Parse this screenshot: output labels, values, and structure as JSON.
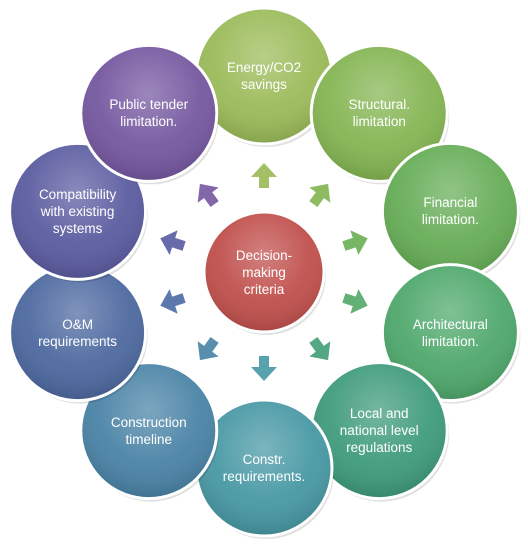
{
  "center": {
    "label": "Decision-\nmaking\ncriteria",
    "color": "#c0504d"
  },
  "nodes": [
    {
      "label": "Energy/CO2\nsavings",
      "color": "#9bbb59"
    },
    {
      "label": "Structural.\nlimitation",
      "color": "#84b552"
    },
    {
      "label": "Financial\nlimitation.",
      "color": "#66ad57"
    },
    {
      "label": "Architectural\nlimitation.",
      "color": "#4fa86c"
    },
    {
      "label": "Local and\nnational level\nregulations",
      "color": "#3f9b7c"
    },
    {
      "label": "Constr.\nrequirements.",
      "color": "#4798a4"
    },
    {
      "label": "Construction\ntimeline",
      "color": "#4a83a6"
    },
    {
      "label": "O&M\nrequirements",
      "color": "#4d69a0"
    },
    {
      "label": "Compatibility\nwith existing\nsystems",
      "color": "#5b5ca0"
    },
    {
      "label": "Public tender\nlimitation.",
      "color": "#7558a0"
    }
  ],
  "arrows": [
    {
      "color": "#9bbb59"
    },
    {
      "color": "#84b552"
    },
    {
      "color": "#6bb055"
    },
    {
      "color": "#55a96a"
    },
    {
      "color": "#44a07a"
    },
    {
      "color": "#4a9aa6"
    },
    {
      "color": "#4a86a8"
    },
    {
      "color": "#4f6ea5"
    },
    {
      "color": "#5b5ea3"
    },
    {
      "color": "#7a5aa2"
    }
  ]
}
